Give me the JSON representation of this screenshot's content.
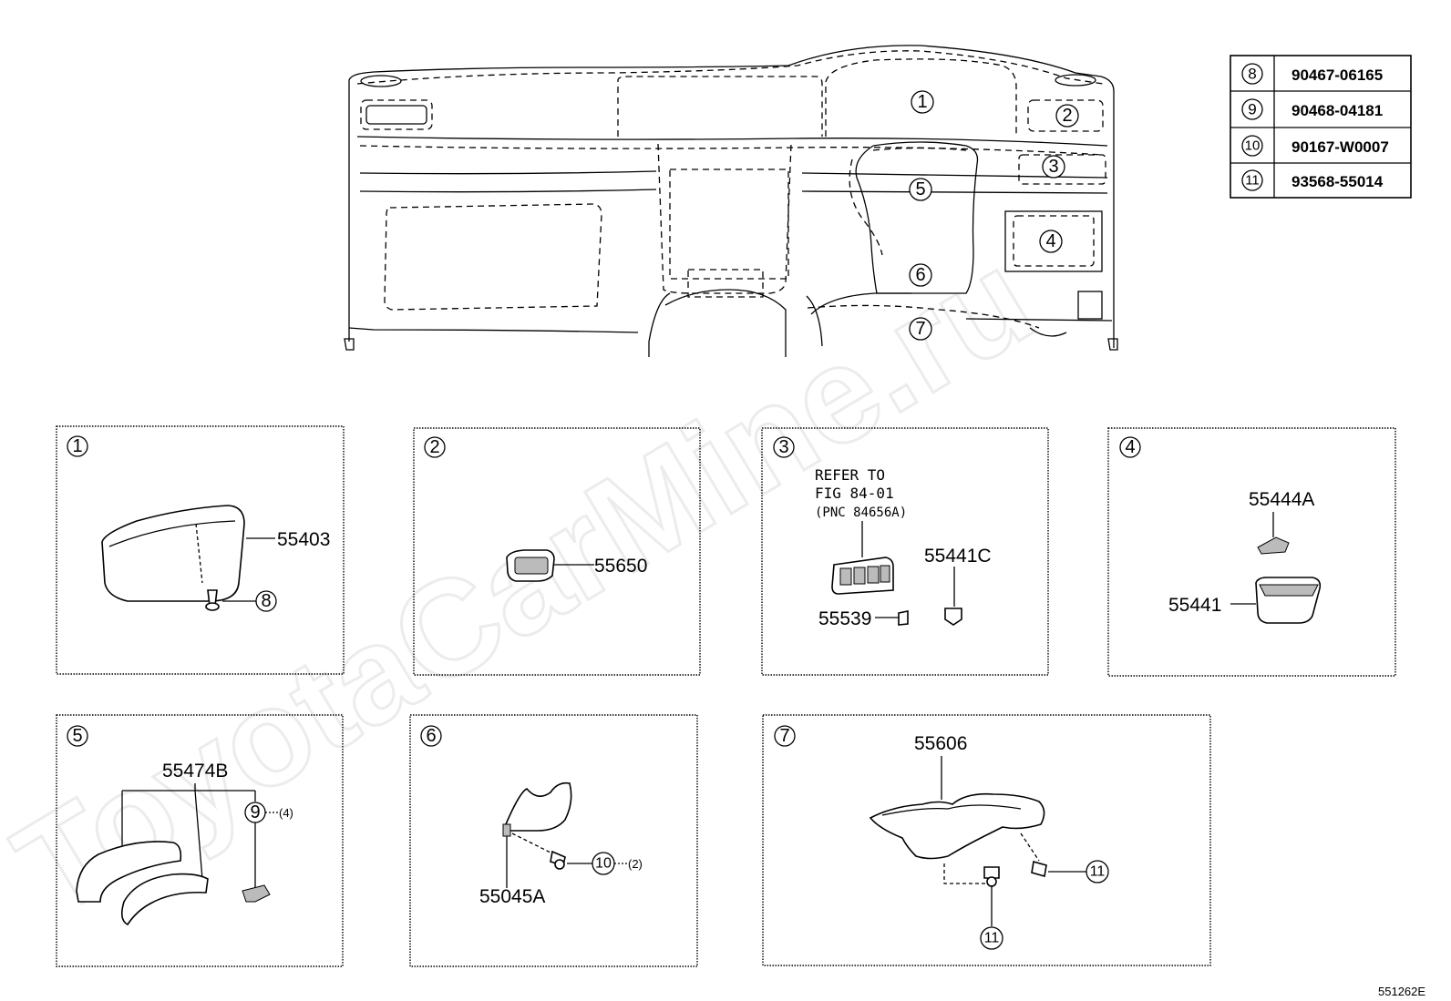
{
  "watermark": "ToyotaCarMine.ru",
  "diagram_id": "551262E",
  "overview_callouts": [
    "1",
    "2",
    "3",
    "4",
    "5",
    "6",
    "7"
  ],
  "fastener_table": [
    {
      "ref": "8",
      "part_no": "90467-06165"
    },
    {
      "ref": "9",
      "part_no": "90468-04181"
    },
    {
      "ref": "10",
      "part_no": "90167-W0007"
    },
    {
      "ref": "11",
      "part_no": "93568-55014"
    }
  ],
  "panels": {
    "p1": {
      "num": "1",
      "part": "55403",
      "fastener": "8"
    },
    "p2": {
      "num": "2",
      "part": "55650"
    },
    "p3": {
      "num": "3",
      "refer": [
        "REFER TO",
        "FIG 84-01",
        "(PNC 84656A)"
      ],
      "part_a": "55441C",
      "part_b": "55539"
    },
    "p4": {
      "num": "4",
      "part_a": "55444A",
      "part_b": "55441"
    },
    "p5": {
      "num": "5",
      "part": "55474B",
      "fastener": "9",
      "qty": "(4)"
    },
    "p6": {
      "num": "6",
      "part": "55045A",
      "fastener": "10",
      "qty": "(2)"
    },
    "p7": {
      "num": "7",
      "part": "55606",
      "fastener_a": "11",
      "fastener_b": "11"
    }
  }
}
